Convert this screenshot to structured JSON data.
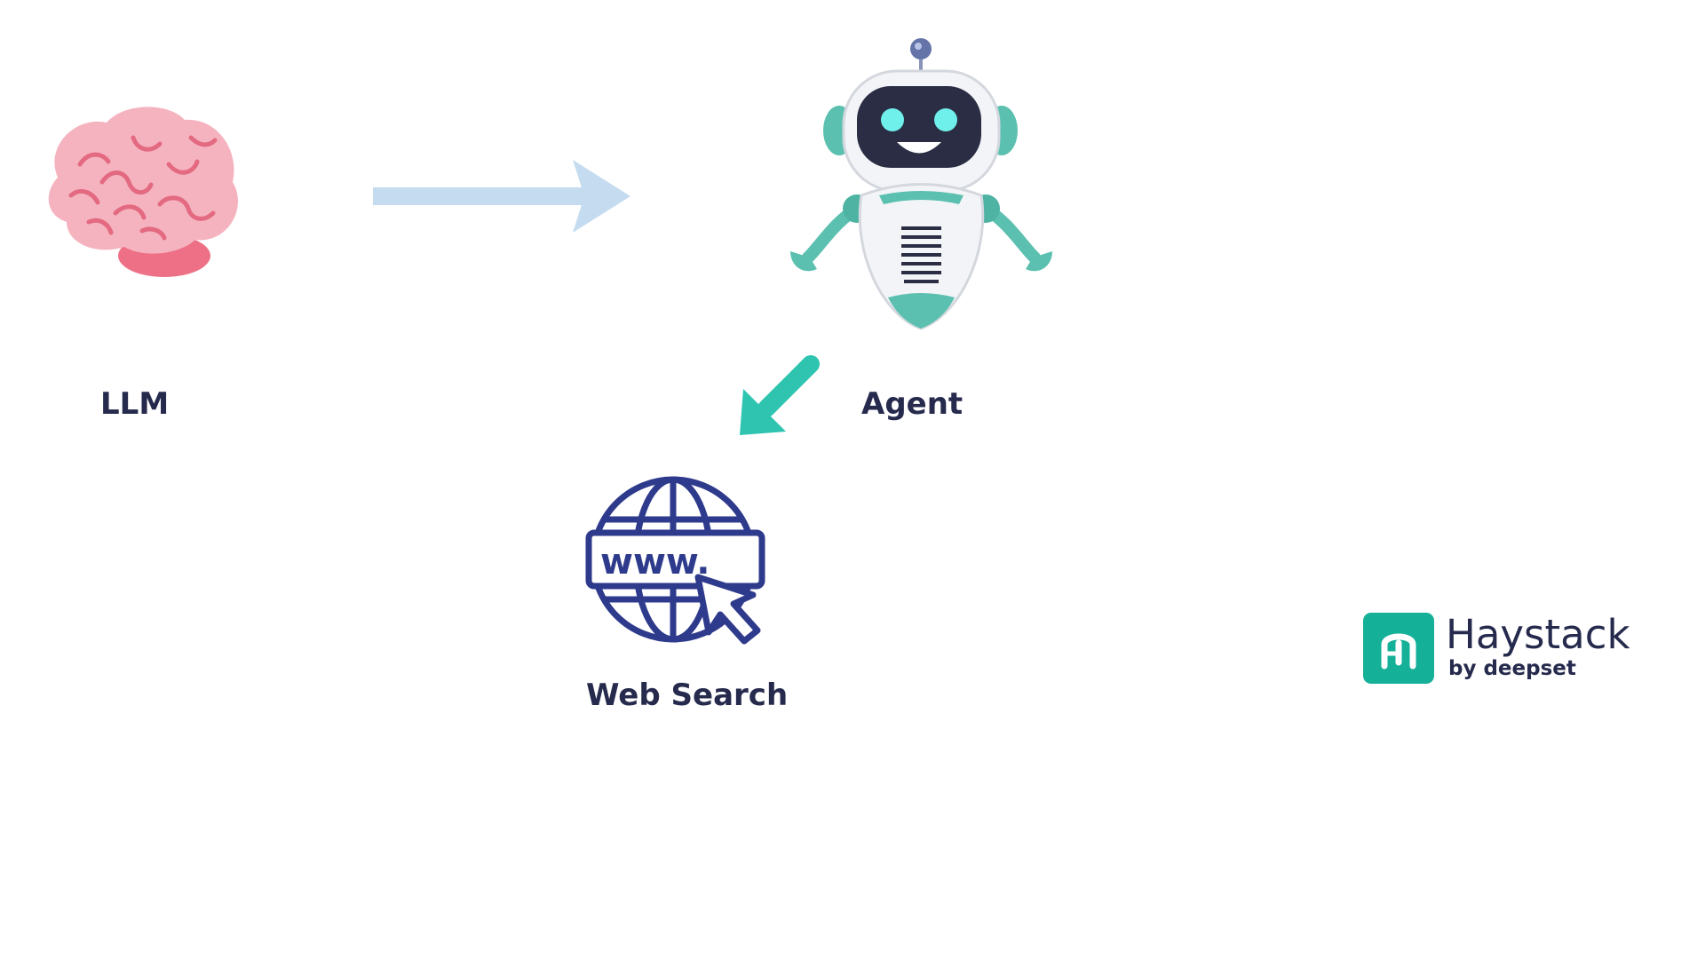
{
  "nodes": {
    "llm": {
      "label": "LLM",
      "icon": "brain-icon"
    },
    "agent": {
      "label": "Agent",
      "icon": "robot-icon"
    },
    "web_search": {
      "label": "Web Search",
      "icon": "globe-www-icon",
      "glyph_text": "www."
    }
  },
  "edges": [
    {
      "from": "llm",
      "to": "agent",
      "color": "#c5dcf0"
    },
    {
      "from": "agent",
      "to": "web_search",
      "color": "#2ec4b0"
    }
  ],
  "logo": {
    "name": "Haystack",
    "sub": "by deepset",
    "badge_color": "#14b097"
  },
  "colors": {
    "text": "#262a4d",
    "brain": "#f5b3c0",
    "brain_lines": "#e36a80",
    "globe": "#2e3a8c",
    "robot_teal": "#5cc0b0",
    "robot_face": "#2a2d43",
    "robot_eyes": "#6ff0ea"
  }
}
